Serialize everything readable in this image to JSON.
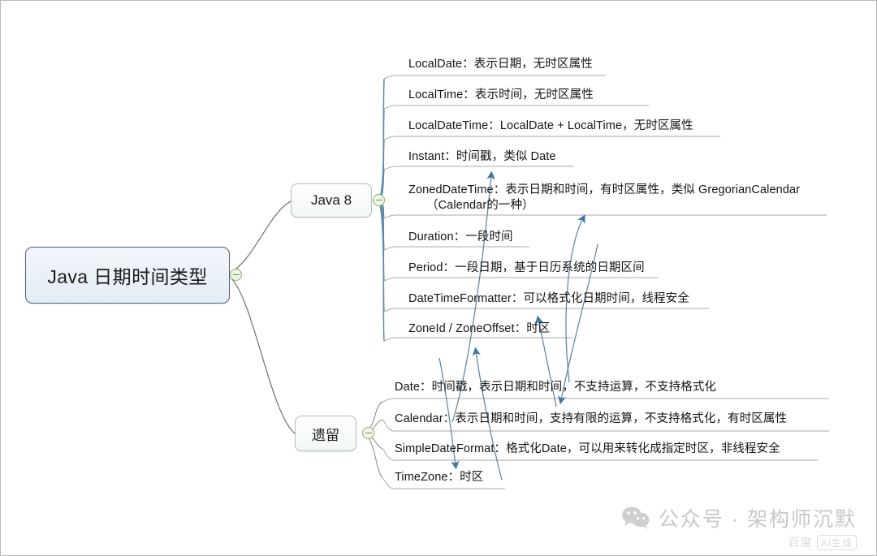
{
  "diagram": {
    "type": "mindmap",
    "root": {
      "label": "Java 日期时间类型"
    },
    "branches": [
      {
        "id": "java8",
        "label": "Java 8",
        "items": [
          {
            "id": "localdate",
            "text": "LocalDate：表示日期，无时区属性"
          },
          {
            "id": "localtime",
            "text": "LocalTime：表示时间，无时区属性"
          },
          {
            "id": "localdatetime",
            "text": "LocalDateTime：LocalDate + LocalTime，无时区属性"
          },
          {
            "id": "instant",
            "text": "Instant：时间戳，类似 Date"
          },
          {
            "id": "zoneddatetime",
            "text": "ZonedDateTime：表示日期和时间，有时区属性，类似 GregorianCalendar",
            "subtext": "（Calendar的一种）"
          },
          {
            "id": "duration",
            "text": "Duration：一段时间"
          },
          {
            "id": "period",
            "text": "Period：一段日期，基于日历系统的日期区间"
          },
          {
            "id": "datetimeformatter",
            "text": "DateTimeFormatter：可以格式化日期时间，线程安全"
          },
          {
            "id": "zoneid",
            "text": "ZoneId / ZoneOffset：时区"
          }
        ]
      },
      {
        "id": "legacy",
        "label": "遗留",
        "items": [
          {
            "id": "date",
            "text": "Date：时间戳，表示日期和时间，不支持运算，不支持格式化"
          },
          {
            "id": "calendar",
            "text": "Calendar：表示日期和时间，支持有限的运算，不支持格式化，有时区属性"
          },
          {
            "id": "simpledateformat",
            "text": "SimpleDateFormat：格式化Date，可以用来转化成指定时区，非线程安全"
          },
          {
            "id": "timezone",
            "text": "TimeZone：时区"
          }
        ]
      }
    ]
  },
  "colors": {
    "root_border": "#4c6384",
    "branch_connector": "#5d8ca5",
    "leaf_underline": "#a9a9a9",
    "annotation_arrow": "#3d74a8",
    "toggle_ring": "#86b06a"
  },
  "watermark": {
    "text": "公众号 · 架构师沉默",
    "badge_source": "百度",
    "badge_label": "AI生成"
  }
}
